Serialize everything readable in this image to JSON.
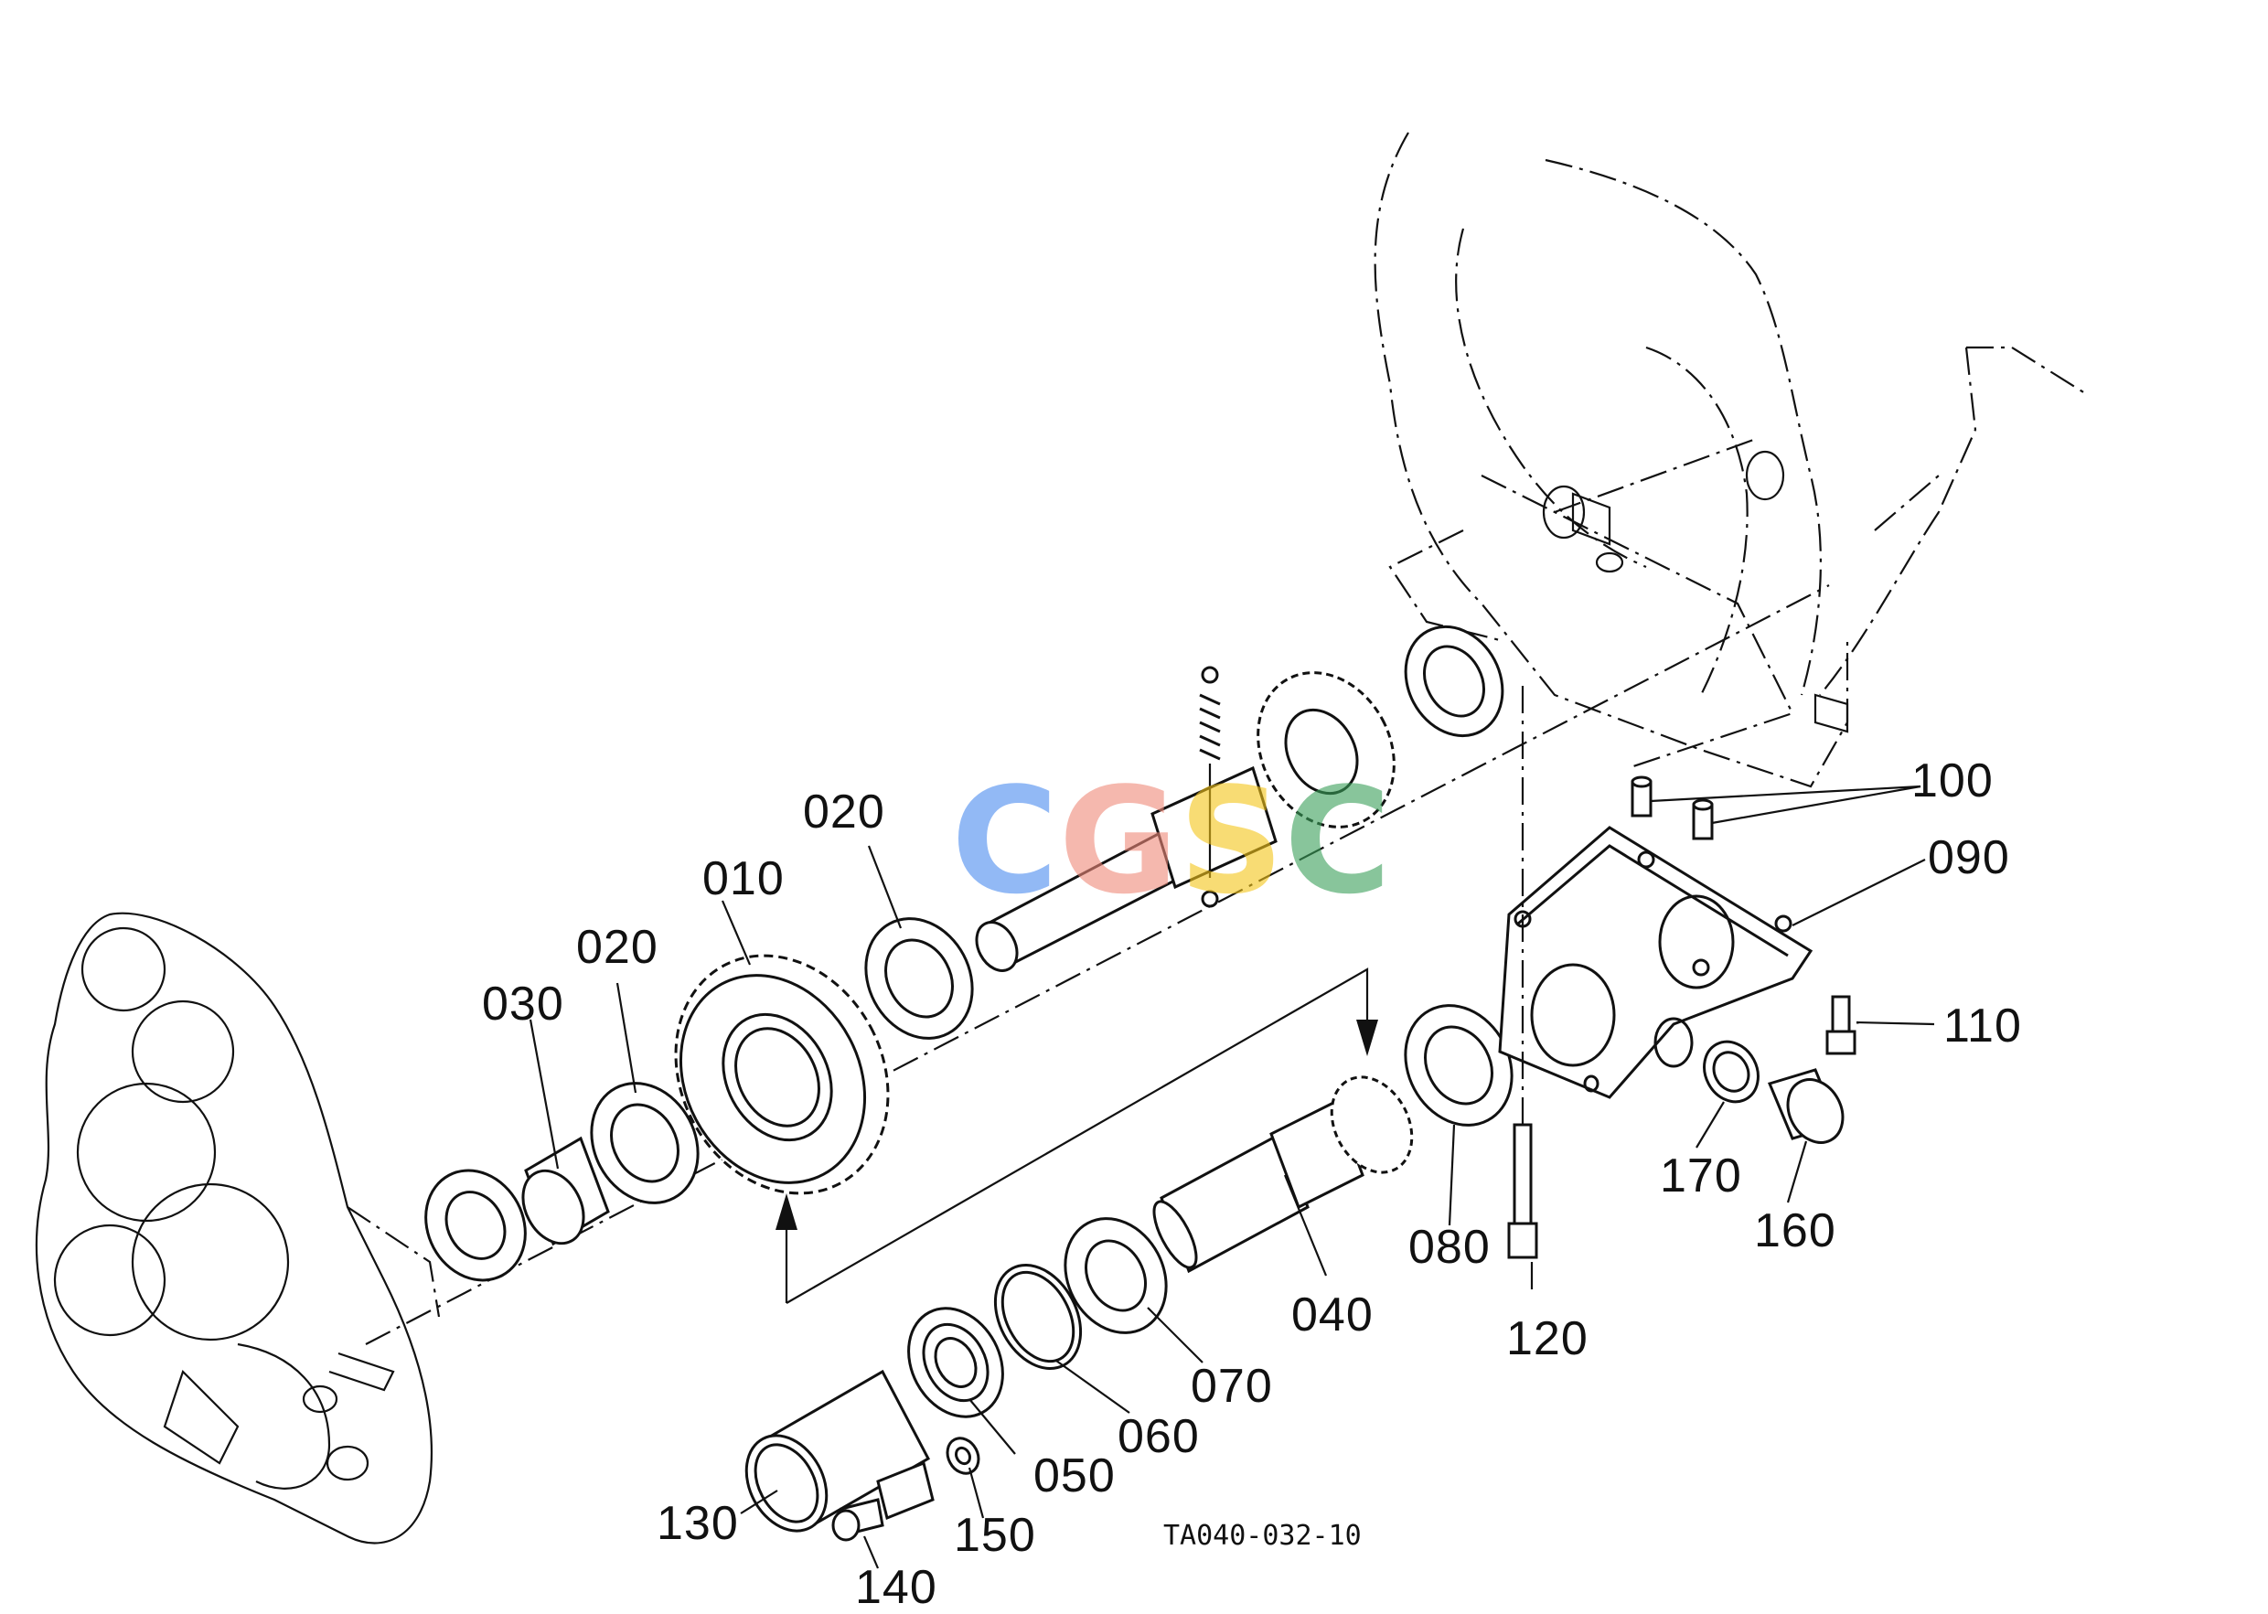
{
  "diagram": {
    "drawing_code": "TA040-032-10",
    "watermark": {
      "letters": [
        "C",
        "G",
        "S",
        "C"
      ],
      "colors": [
        "#4a8cf0",
        "#f08a7a",
        "#f5c518",
        "#3aa05a"
      ]
    },
    "part_labels": [
      "010",
      "020",
      "020",
      "030",
      "040",
      "050",
      "060",
      "070",
      "080",
      "090",
      "100",
      "110",
      "120",
      "130",
      "140",
      "150",
      "160",
      "170"
    ]
  }
}
